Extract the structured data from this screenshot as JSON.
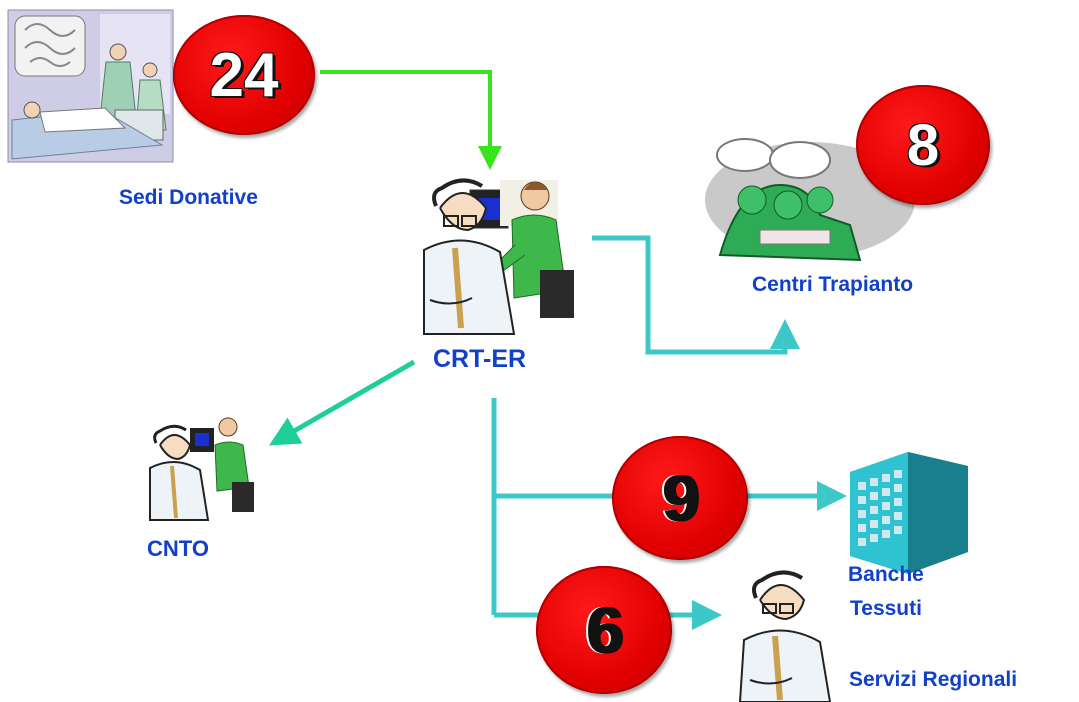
{
  "nodes": {
    "sedi_donative": "Sedi Donative",
    "crt_er": "CRT-ER",
    "centri_trapianto": "Centri Trapianto",
    "cnto": "CNTO",
    "banche_tessuti_line1": "Banche",
    "banche_tessuti_line2": "Tessuti",
    "servizi_regionali": "Servizi Regionali"
  },
  "badges": {
    "sedi_donative_count": "24",
    "centri_trapianto_count": "8",
    "banche_tessuti_count": "9",
    "servizi_regionali_count": "6"
  },
  "colors": {
    "label_blue": "#1240c8",
    "arrow_green": "#39e41e",
    "arrow_teal": "#3cc8c8",
    "arrow_green_teal": "#1fcf9a",
    "badge_red": "#e10000"
  },
  "icons": [
    "operating-room-clipart-icon",
    "workstation-people-icon",
    "surgery-team-icon",
    "office-building-icon",
    "doctor-icon"
  ]
}
